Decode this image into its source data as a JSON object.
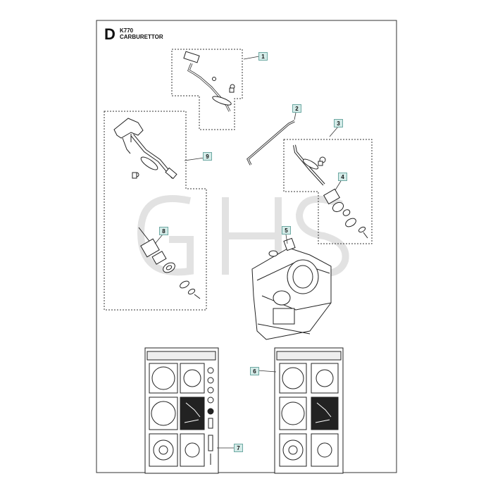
{
  "header": {
    "section_letter": "D",
    "model": "K770",
    "title": "CARBURETTOR"
  },
  "callouts": [
    "1",
    "2",
    "3",
    "4",
    "5",
    "6",
    "7",
    "8",
    "9"
  ],
  "watermark": "GHS",
  "colors": {
    "callout_fill": "#d4ebe8",
    "callout_border": "#6ea9a3",
    "line": "#222222",
    "watermark": "#dedede"
  }
}
